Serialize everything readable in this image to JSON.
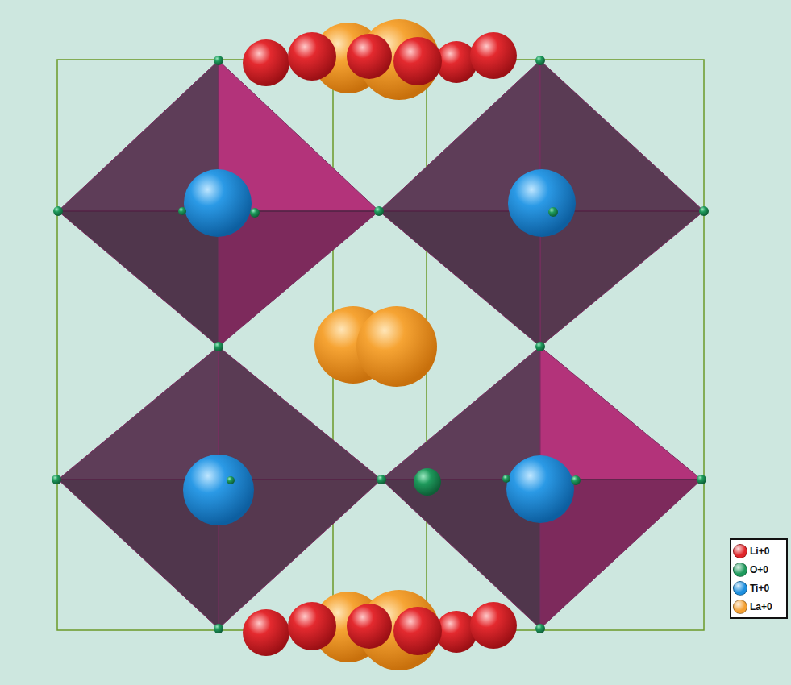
{
  "diagram": {
    "legend": [
      {
        "text": "Li+0",
        "color": "#e0262b"
      },
      {
        "text": "O+0",
        "color": "#1e9a5c"
      },
      {
        "text": "Ti+0",
        "color": "#1c8fdf"
      },
      {
        "text": "La+0",
        "color": "#f4a032"
      }
    ]
  }
}
